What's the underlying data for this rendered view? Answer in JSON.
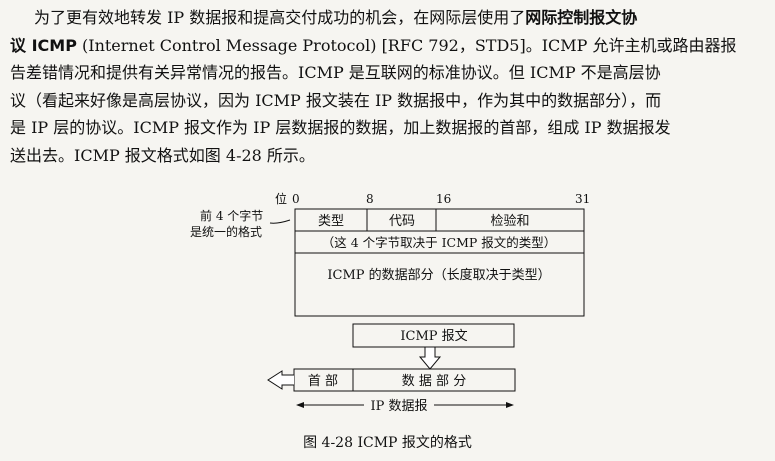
{
  "paragraph": {
    "line1_a": "为了更有效地转发 IP 数据报和提高交付成功的机会，在网际层使用了",
    "line1_b": "网际控制报文协",
    "line2_a": "议 ICMP",
    "line2_b": " (Internet Control Message Protocol) [RFC 792，STD5]。ICMP 允许主机或路由器报",
    "line3": "告差错情况和提供有关异常情况的报告。ICMP 是互联网的标准协议。但 ICMP 不是高层协",
    "line4": "议（看起来好像是高层协议，因为 ICMP 报文装在 IP 数据报中，作为其中的数据部分），而",
    "line5": "是 IP 层的协议。ICMP 报文作为 IP 层数据报的数据，加上数据报的首部，组成 IP 数据报发",
    "line6": "送出去。ICMP 报文格式如图 4-28 所示。"
  },
  "figure": {
    "bit_label": "位",
    "bit_0": "0",
    "bit_8": "8",
    "bit_16": "16",
    "bit_31": "31",
    "side_note_1": "前 4 个字节",
    "side_note_2": "是统一的格式",
    "field_type": "类型",
    "field_code": "代码",
    "field_checksum": "检验和",
    "row_rest": "（这 4 个字节取决于 ICMP 报文的类型）",
    "row_data": "ICMP 的数据部分（长度取决于类型）",
    "icmp_message": "ICMP 报文",
    "ip_header": "首 部",
    "ip_data": "数 据 部 分",
    "ip_datagram": "IP 数据报",
    "caption": "图 4-28    ICMP 报文的格式"
  }
}
